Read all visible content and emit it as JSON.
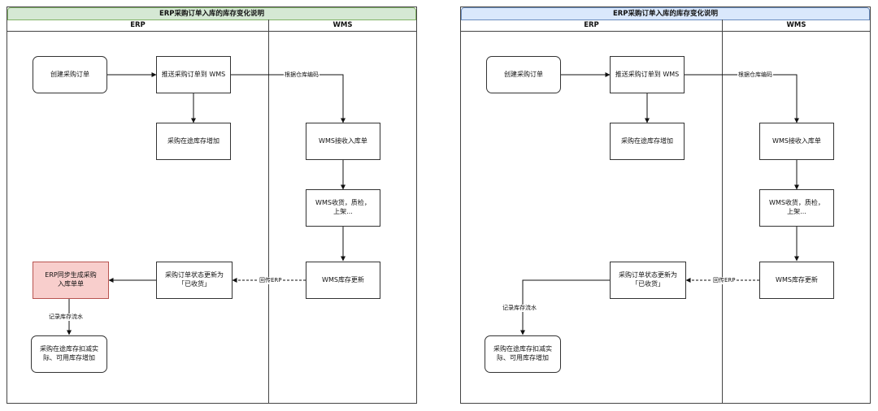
{
  "diagram_title": "ERP采购订单入库的库存变化说明",
  "lanes": {
    "erp": "ERP",
    "wms": "WMS"
  },
  "colors": {
    "left_title_bg": "#d5e8d4",
    "left_title_border": "#82b366",
    "right_title_bg": "#dae8fc",
    "right_title_border": "#6c8ebf",
    "highlight_fill": "#f8cecc",
    "highlight_border": "#b85450"
  },
  "nodes": {
    "create_po": "创建采购订单",
    "push_po": "推送采购订单到 WMS",
    "in_transit_increase": "采购在途库存增加",
    "wms_receive_order": "WMS接收入库单",
    "wms_receive_qc": "WMS收货，质检，上架...",
    "wms_stock_update": "WMS库存更新",
    "po_status_update": "采购订单状态更新为「已收货」",
    "erp_sync_receipt": "ERP同步生成采购入库单单",
    "final_stock_change": "采购在途库存扣减实际、可用库存增加"
  },
  "edge_labels": {
    "by_warehouse_code": "根据仓库编码",
    "callback_erp": "回传ERP",
    "record_stock_flow": "记录库存流水"
  }
}
